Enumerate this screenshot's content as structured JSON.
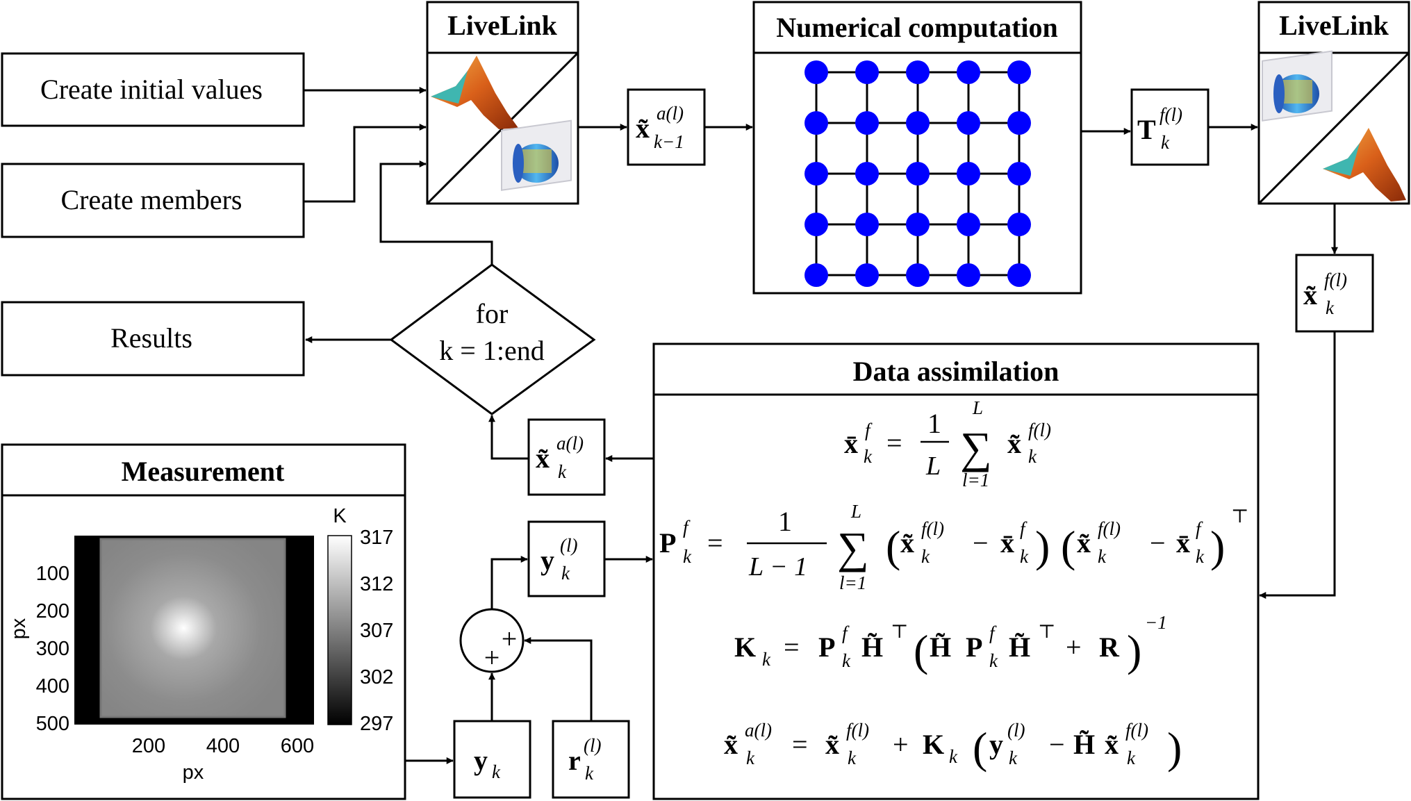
{
  "labels": {
    "create_initial_values": "Create initial values",
    "create_members": "Create members",
    "results": "Results",
    "livelink_left": "LiveLink",
    "livelink_right": "LiveLink",
    "numerical_computation": "Numerical computation",
    "data_assimilation": "Data assimilation",
    "measurement": "Measurement",
    "loop_line1": "for",
    "loop_line2": "k = 1:end",
    "sum_plus_top": "+",
    "sum_plus_bottom": "+"
  },
  "math": {
    "x_analysis_prev": {
      "base": "x̃",
      "sup": "a(l)",
      "sub": "k−1"
    },
    "T_forecast": {
      "base": "T",
      "sup": "f(l)",
      "sub": "k"
    },
    "x_forecast": {
      "base": "x̃",
      "sup": "f(l)",
      "sub": "k"
    },
    "x_analysis": {
      "base": "x̃",
      "sup": "a(l)",
      "sub": "k"
    },
    "y_member": {
      "base": "y",
      "sup": "(l)",
      "sub": "k"
    },
    "y_measured": {
      "base": "y",
      "sub": "k"
    },
    "r_noise": {
      "base": "r",
      "sup": "(l)",
      "sub": "k"
    }
  },
  "equations": {
    "mean": "x̄ᶠₖ = (1/L) ∑ₗ₌₁ᴸ x̃ᶠ⁽ˡ⁾ₖ",
    "covariance": "Pᶠₖ = 1/(L − 1) ∑ₗ₌₁ᴸ (x̃ᶠ⁽ˡ⁾ₖ − x̄ᶠₖ)(x̃ᶠ⁽ˡ⁾ₖ − x̄ᶠₖ)ᵀ",
    "gain": "Kₖ = Pᶠₖ H̃ᵀ (H̃ Pᶠₖ H̃ᵀ + R)⁻¹",
    "update": "x̃ᵃ⁽ˡ⁾ₖ = x̃ᶠ⁽ˡ⁾ₖ + Kₖ (y⁽ˡ⁾ₖ − H̃ x̃ᶠ⁽ˡ⁾ₖ)"
  },
  "eq_tokens": {
    "mean_lhs": "x̄",
    "f": "f",
    "k": "k",
    "eq": "=",
    "one": "1",
    "L": "L",
    "l1": "l=1",
    "sum": "∑",
    "xt": "x̃",
    "fl": "f(l)",
    "al": "a(l)",
    "P": "P",
    "Lm1": "L − 1",
    "minus": "−",
    "plus": "+",
    "lp": "(",
    "rp": ")",
    "T": "⊤",
    "K": "K",
    "H": "H̃",
    "R": "R",
    "inv": "−1",
    "y": "y",
    "pl": "(l)"
  },
  "measurement_plot": {
    "type": "heatmap",
    "xlabel": "px",
    "ylabel": "px",
    "x_ticks": [
      "200",
      "400",
      "600"
    ],
    "y_ticks": [
      "100",
      "200",
      "300",
      "400",
      "500"
    ],
    "colorbar_unit": "K",
    "colorbar_ticks": [
      "317",
      "312",
      "307",
      "302",
      "297"
    ],
    "colormap": "gray"
  },
  "grid": {
    "rows": 5,
    "cols": 5,
    "node_color": "#0000ff"
  },
  "colors": {
    "stroke": "#000000",
    "node": "#0000ff",
    "matlab_orange": "#d9601a",
    "comsol_blue": "#2f7fd0"
  },
  "icons": {
    "matlab": "matlab-logo-icon",
    "comsol": "comsol-logo-icon"
  }
}
